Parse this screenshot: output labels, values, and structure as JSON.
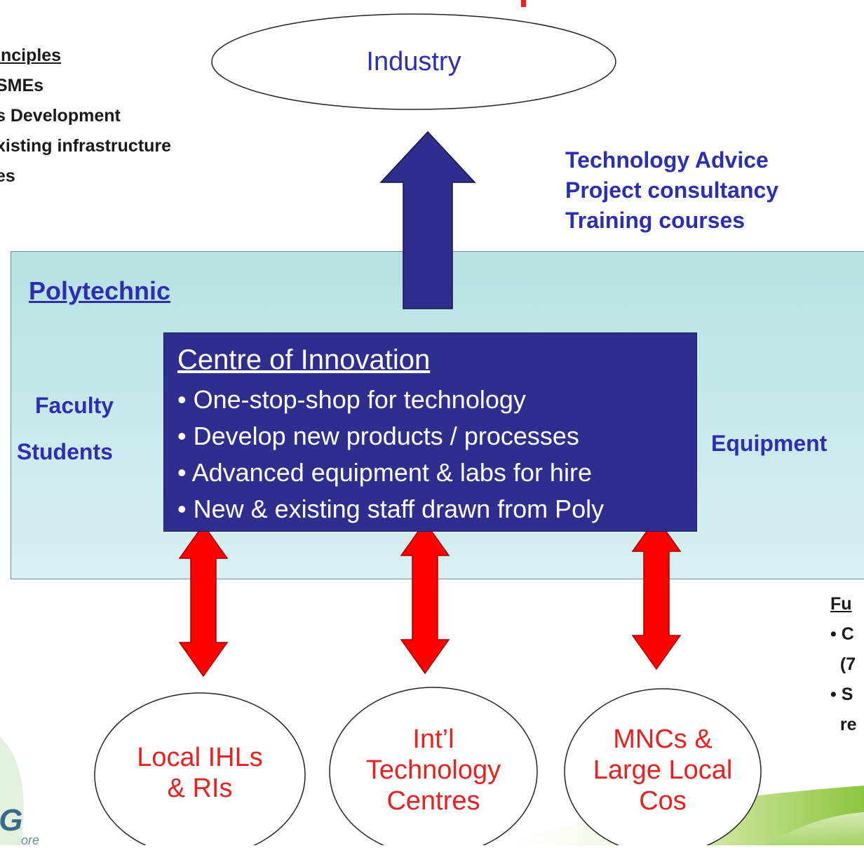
{
  "title": "ntre of Innovation – Concept",
  "principles": {
    "heading": "inciples",
    "items": [
      "SMEs",
      "s Development",
      "xisting infrastructure",
      "es"
    ]
  },
  "industry": "Industry",
  "services": [
    "Technology Advice",
    "Project consultancy",
    "Training courses"
  ],
  "polytechnic": {
    "label": "Polytechnic",
    "left_labels": [
      "Faculty",
      "Students"
    ],
    "right_label": "Equipment"
  },
  "centre": {
    "title": "Centre of Innovation",
    "bullets": [
      "• One-stop-shop for technology",
      "• Develop new products / processes",
      "• Advanced equipment & labs for hire",
      "• New & existing staff drawn from Poly"
    ]
  },
  "partners": [
    {
      "line1": "Local IHLs",
      "line2": "& RIs",
      "line3": ""
    },
    {
      "line1": "Int’l",
      "line2": "Technology",
      "line3": "Centres"
    },
    {
      "line1": "MNCs &",
      "line2": "Large Local",
      "line3": "Cos"
    }
  ],
  "funding": {
    "heading": "Fu",
    "items": [
      "• C",
      "  (7",
      "• S",
      "  re"
    ]
  },
  "logo": {
    "text": "IG",
    "sub": "ore"
  },
  "colors": {
    "title_red": "#e8201f",
    "label_blue": "#2e2eb0",
    "coi_navy": "#2e2e8f",
    "poly_teal": "#b7e1e4",
    "arrow_red": "#ff0000",
    "arrow_blue": "#2e2e8f"
  }
}
